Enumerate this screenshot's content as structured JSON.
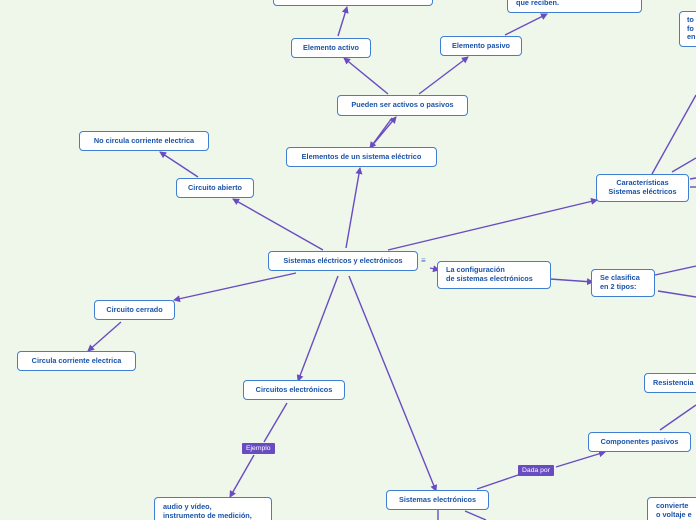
{
  "nodes": {
    "n_top_clipped": "",
    "que_reciben": "que reciben.",
    "to_fo_en": "to\nfo\nen",
    "elemento_activo": "Elemento activo",
    "elemento_pasivo": "Elemento pasivo",
    "activos_pasivos": "Pueden ser activos o pasivos",
    "no_circula": "No circula corriente electrica",
    "elementos_sistema": "Elementos de un sistema eléctrico",
    "circuito_abierto": "Circuito abierto",
    "caracteristicas": "Características\nSistemas eléctricos",
    "sistemas": "Sistemas eléctricos y electrónicos",
    "configuracion": "La configuración\nde sistemas electrónicos",
    "clasifica": "Se clasifica\nen 2 tipos:",
    "circuito_cerrado": "Circuito cerrado",
    "circula": "Circula corriente electrica",
    "circuitos_electronicos": "Circuitos electrónicos",
    "resistencia": "Resistencia",
    "componentes_pasivos": "Componentes pasivos",
    "sistemas_electronicos": "Sistemas electrónicos",
    "audio_video": "audio y vídeo,\ninstrumento de medición,",
    "convierte": "convierte\no voltaje e"
  },
  "tags": {
    "ejemplo": "Ejemplo",
    "dada_por": "Dada por"
  },
  "collapse_icon": "≡",
  "colors": {
    "background": "#eef7ea",
    "node_border": "#3f7fd2",
    "node_text": "#1a53a8",
    "connector": "#6a4cc2",
    "tag_bg": "#6a4cc2"
  }
}
